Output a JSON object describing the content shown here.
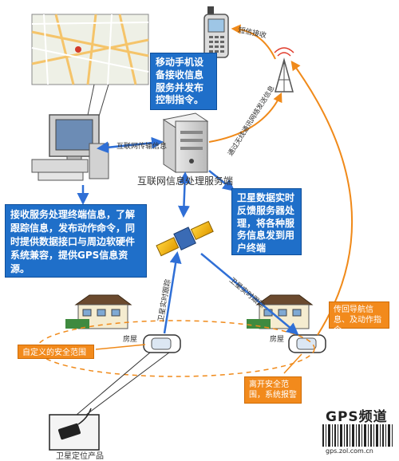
{
  "boxes": {
    "mobile": "移动手机设备接收信息服务并发布控制指令。",
    "terminal_service": "接收服务处理终端信息，了解跟踪信息，发布动作命令，同时提供数据接口与周边软硬件系统兼容，提供GPS信息资源。",
    "satellite_feedback": "卫星数据实时反馈服务器处理，将各种服务信息发到用户终端",
    "return_nav": "传回导航信息、及动作指令。",
    "custom_zone": "自定义的安全范围",
    "leave_zone": "离开安全范围，系统报警"
  },
  "labels": {
    "sms": "短信接收",
    "wireless": "通过无线通讯网络发送信息",
    "internet": "互联网传输信息",
    "server": "互联网信息处理服务端",
    "sat_track_left": "卫星实时跟踪",
    "sat_track_right": "卫星实时跟踪",
    "house_left": "房屋",
    "house_right": "房屋",
    "product": "卫星定位产品"
  },
  "brand": {
    "name": "GPS频道",
    "url": "gps.zol.com.cn"
  },
  "colors": {
    "blue": "#1f6fc9",
    "orange": "#f28a1c",
    "arrow_blue": "#2f6fd6",
    "arrow_orange": "#f08a1a"
  }
}
